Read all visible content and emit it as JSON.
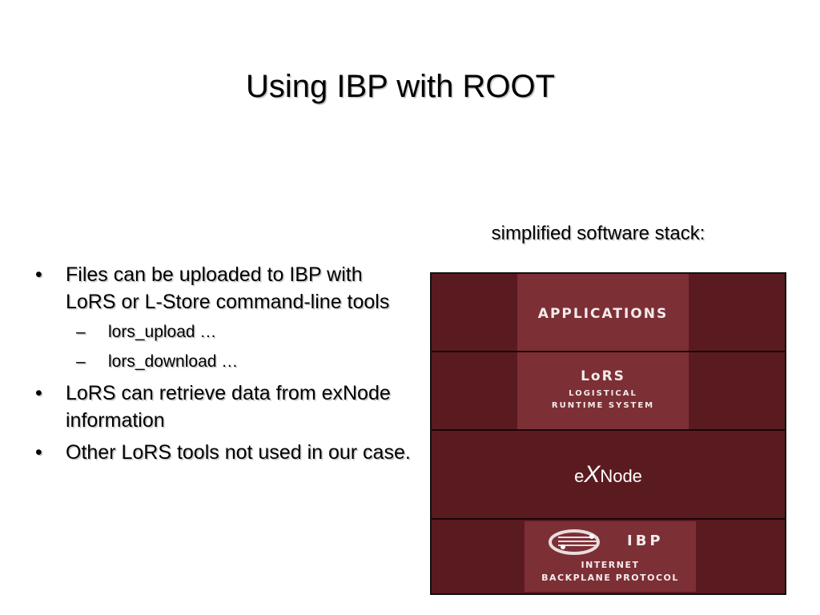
{
  "slide": {
    "title": "Using IBP with ROOT",
    "bullets": {
      "b1": "Files can be uploaded to IBP with LoRS or L-Store command-line tools",
      "b1_sub1": "lors_upload …",
      "b1_sub2": "lors_download …",
      "b2": "LoRS can retrieve data from exNode information",
      "b3": "Other LoRS tools not used in our case.",
      "bullet_marker": "•",
      "sub_marker": "–"
    },
    "stack": {
      "label": "simplified software stack:",
      "applications": "APPLICATIONS",
      "lors": "LoRS",
      "lors_line1": "LOGISTICAL",
      "lors_line2": "RUNTIME SYSTEM",
      "exnode_e": "e",
      "exnode_x": "X",
      "exnode_rest": "Node",
      "ibp": "IBP",
      "ibp_line1": "INTERNET",
      "ibp_line2": "BACKPLANE PROTOCOL",
      "ibp_logo_icon": "ibp-swoosh-logo",
      "colors": {
        "layer_bg": "#5a1b20",
        "panel_bg": "#7d2f36",
        "text_light": "#f3ecec"
      }
    }
  }
}
